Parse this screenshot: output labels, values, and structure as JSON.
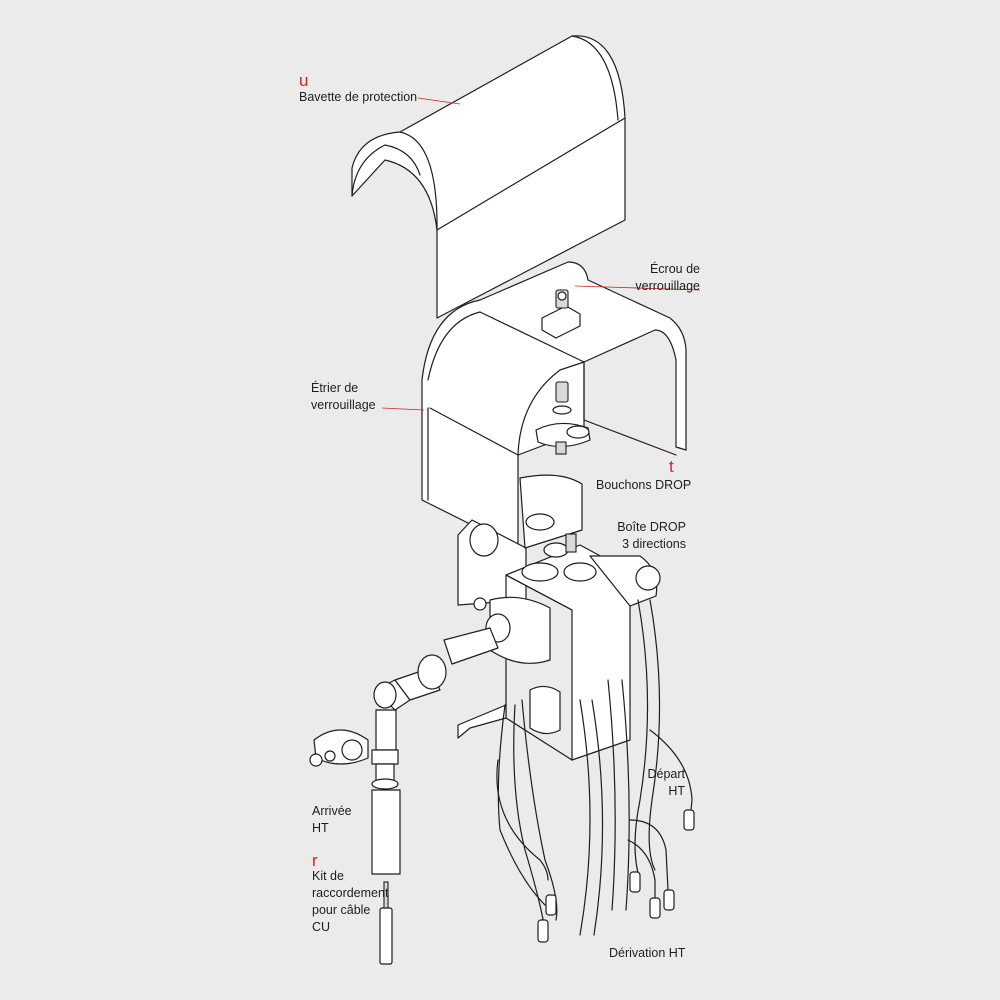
{
  "colors": {
    "background": "#ebebeb",
    "ink": "#1e1e1e",
    "accent": "#d2232a"
  },
  "letters": {
    "u": "u",
    "t": "t",
    "r": "r"
  },
  "labels": {
    "bavette": "Bavette de protection",
    "ecrou": [
      "Écrou de",
      "verrouillage"
    ],
    "etrier": [
      "Étrier de",
      "verrouillage"
    ],
    "bouchons": "Bouchons DROP",
    "boite": [
      "Boîte DROP",
      "3 directions"
    ],
    "arrivee": [
      "Arrivée",
      "HT"
    ],
    "kit": [
      "Kit de",
      "raccordement",
      "pour câble",
      "CU"
    ],
    "depart": [
      "Départ",
      "HT"
    ],
    "derivation": "Dérivation HT"
  }
}
